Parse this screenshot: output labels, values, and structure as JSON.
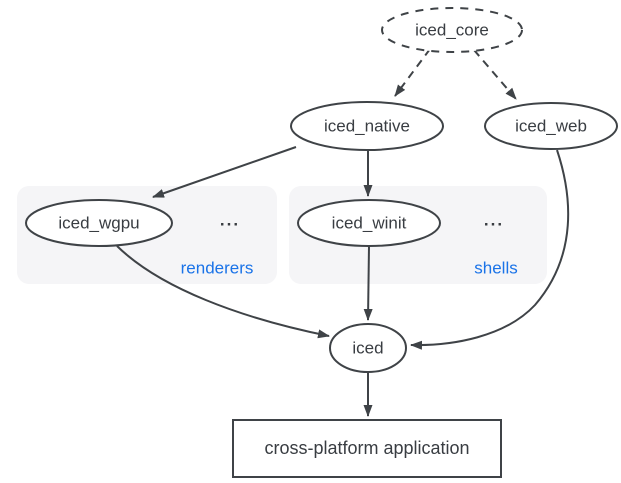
{
  "nodes": {
    "core": {
      "label": "iced_core",
      "shape": "dashed-ellipse"
    },
    "native": {
      "label": "iced_native",
      "shape": "ellipse"
    },
    "web": {
      "label": "iced_web",
      "shape": "ellipse"
    },
    "wgpu": {
      "label": "iced_wgpu",
      "shape": "ellipse",
      "group": "renderers"
    },
    "winit": {
      "label": "iced_winit",
      "shape": "ellipse",
      "group": "shells"
    },
    "iced": {
      "label": "iced",
      "shape": "ellipse"
    },
    "app": {
      "label": "cross-platform application",
      "shape": "rectangle"
    }
  },
  "groups": {
    "renderers": {
      "label": "renderers",
      "more": "..."
    },
    "shells": {
      "label": "shells",
      "more": "..."
    }
  },
  "edges": [
    {
      "from": "iced_core",
      "to": "iced_native",
      "style": "dashed"
    },
    {
      "from": "iced_core",
      "to": "iced_web",
      "style": "dashed"
    },
    {
      "from": "iced_native",
      "to": "iced_wgpu",
      "style": "solid"
    },
    {
      "from": "iced_native",
      "to": "iced_winit",
      "style": "solid"
    },
    {
      "from": "iced_wgpu",
      "to": "iced",
      "style": "solid"
    },
    {
      "from": "iced_winit",
      "to": "iced",
      "style": "solid"
    },
    {
      "from": "iced_web",
      "to": "iced",
      "style": "solid"
    },
    {
      "from": "iced",
      "to": "cross-platform application",
      "style": "solid"
    }
  ],
  "colors": {
    "stroke": "#3f4347",
    "text": "#393d42",
    "group_label": "#1a73e8",
    "group_fill": "#f5f5f7",
    "background": "#ffffff"
  }
}
